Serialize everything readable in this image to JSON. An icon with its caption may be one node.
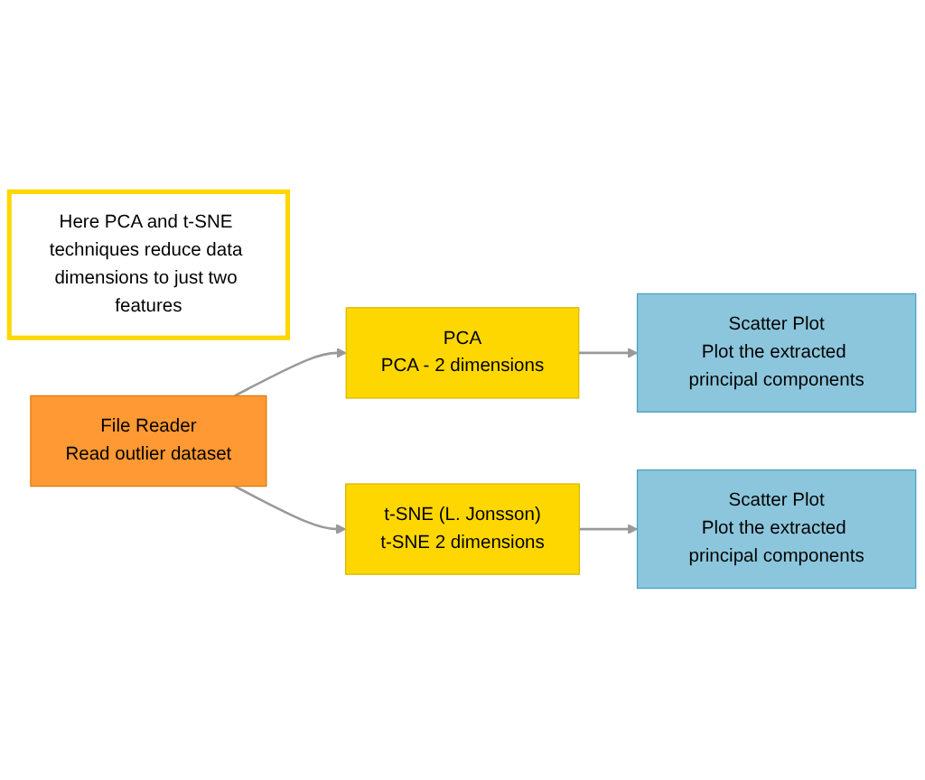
{
  "diagram": {
    "nodes": [
      {
        "text": [
          "Here PCA and t-SNE techniques reduce data dimensions to just two features"
        ]
      },
      {
        "text": [
          "File Reader",
          "Read outlier dataset"
        ]
      },
      {
        "text": [
          "PCA",
          "PCA - 2 dimensions"
        ]
      },
      {
        "text": [
          "Scatter Plot",
          "Plot the extracted principal components"
        ]
      },
      {
        "text": [
          "t-SNE (L. Jonsson)",
          "t-SNE 2 dimensions"
        ]
      },
      {
        "text": [
          "Scatter Plot",
          "Plot the extracted principal components"
        ]
      }
    ],
    "edges": [
      {
        "from": 1,
        "to": 2,
        "arrow": "to"
      },
      {
        "from": 1,
        "to": 4,
        "arrow": "to"
      },
      {
        "from": 2,
        "to": 3,
        "arrow": "to"
      },
      {
        "from": 4,
        "to": 5,
        "arrow": "to"
      }
    ]
  }
}
